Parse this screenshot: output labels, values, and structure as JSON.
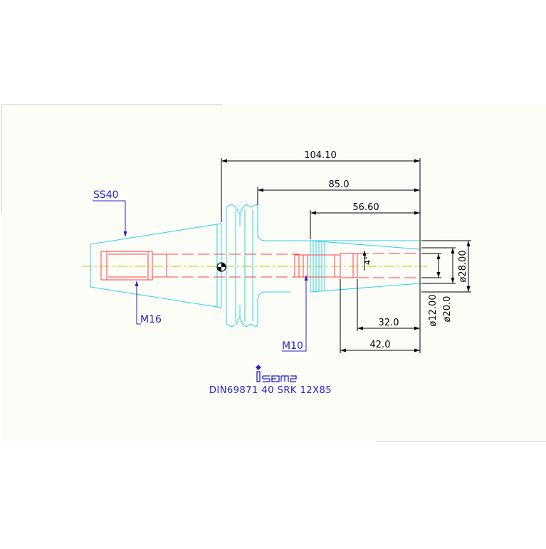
{
  "colors": {
    "background": "#ffffff",
    "sheet": "#fdfdf8",
    "outline": "#2bd1e0",
    "hidden": "#ff4040",
    "dimension": "#000000",
    "centerline": "#c8c800",
    "annotation": "#2222cc"
  },
  "dimensions": {
    "d_104": "104.10",
    "d_85": "85.0",
    "d_56": "56.60",
    "d_32": "32.0",
    "d_42": "42.0",
    "angle": "4°",
    "dia_12": "ø12.00",
    "dia_20": "ø20.0",
    "dia_28": "ø28.00"
  },
  "callouts": {
    "taper": "SS40",
    "thread_left": "M16",
    "thread_right": "M10"
  },
  "logo_text": "iscar",
  "designation": "DIN69871  40  SRK  12X85"
}
